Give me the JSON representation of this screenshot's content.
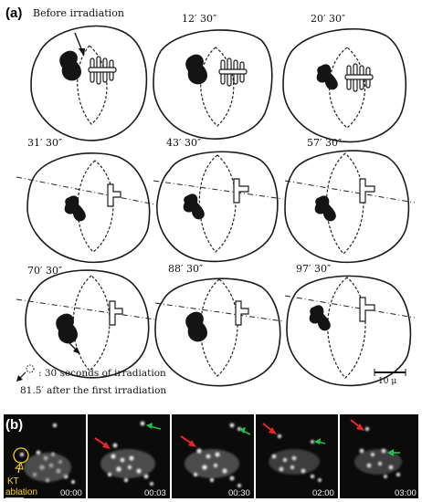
{
  "panel_a": {
    "label": "(a)",
    "cells": [
      {
        "time": "Before irradiation"
      },
      {
        "time": "12′ 30″"
      },
      {
        "time": "20′ 30″"
      },
      {
        "time": "31′ 30″"
      },
      {
        "time": "43′ 30″"
      },
      {
        "time": "57′ 30″"
      },
      {
        "time": "70′ 30″"
      },
      {
        "time": "88′ 30″"
      },
      {
        "time": "97′ 30″"
      }
    ],
    "legend_text": ": 30 seconds of irradiation",
    "caption": "81.5′ after the first irradiation",
    "scalebar_label": "10 μ"
  },
  "panel_b": {
    "label": "(b)",
    "ablation_label_1": "KT",
    "ablation_label_2": "ablation",
    "frames": [
      {
        "time": "00:00"
      },
      {
        "time": "00:03"
      },
      {
        "time": "00:30"
      },
      {
        "time": "02:00"
      },
      {
        "time": "03:00"
      }
    ],
    "colors": {
      "red_arrow": "#e8262a",
      "green_arrow": "#22c046",
      "ablation": "#f3d21a"
    }
  }
}
